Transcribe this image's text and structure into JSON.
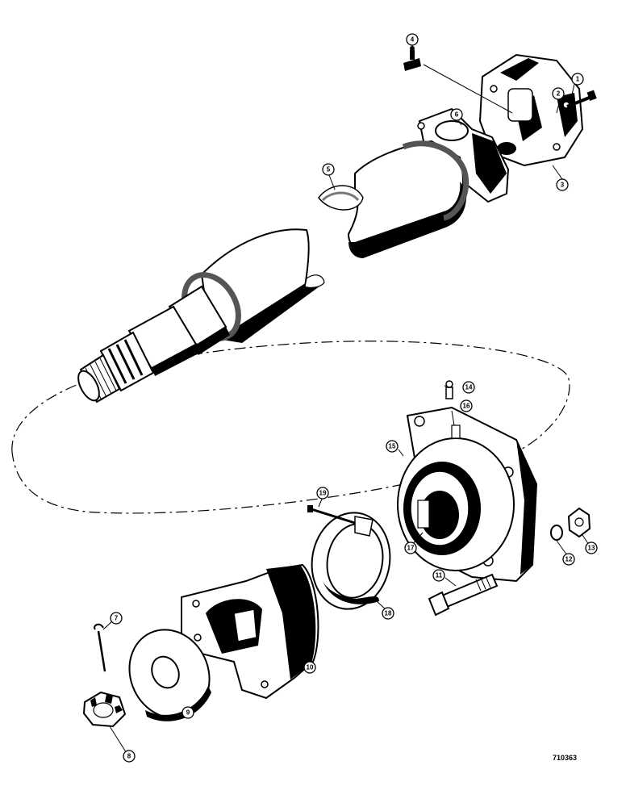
{
  "figure_id": "710363",
  "callouts": [
    {
      "number": "1"
    },
    {
      "number": "2"
    },
    {
      "number": "3"
    },
    {
      "number": "4"
    },
    {
      "number": "5"
    },
    {
      "number": "6"
    },
    {
      "number": "7"
    },
    {
      "number": "8"
    },
    {
      "number": "9"
    },
    {
      "number": "10"
    },
    {
      "number": "11"
    },
    {
      "number": "12"
    },
    {
      "number": "13"
    },
    {
      "number": "14"
    },
    {
      "number": "15"
    },
    {
      "number": "16"
    },
    {
      "number": "17"
    },
    {
      "number": "18"
    },
    {
      "number": "19"
    }
  ]
}
